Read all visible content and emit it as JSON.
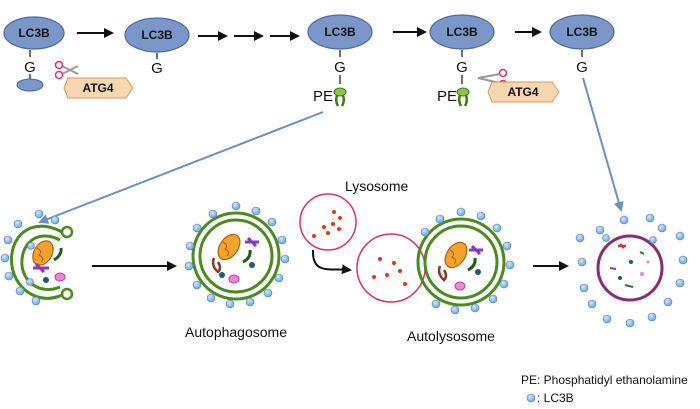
{
  "top_row": {
    "protein_label": "LC3B",
    "glycine_label": "G",
    "pe_label": "PE",
    "enzyme_label": "ATG4"
  },
  "organelles": {
    "lysosome": "Lysosome",
    "autophagosome": "Autophagosome",
    "autolysosome": "Autolysosome"
  },
  "legend": {
    "pe_definition": "PE: Phosphatidyl ethanolamine",
    "dot_definition": ": LC3B"
  },
  "colors": {
    "lc3b_fill": "#7b97c9",
    "membrane_green": "#4a8a1f",
    "atg4_fill": "#f7d6b2",
    "lysosome_ring": "#d6336c",
    "arrow_blue": "#6b8fc4",
    "dot_blue": "#8bb8e6"
  }
}
